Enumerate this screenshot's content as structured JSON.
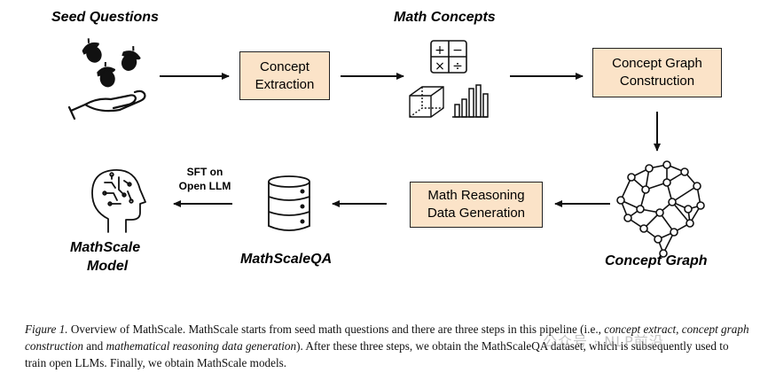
{
  "labels": {
    "seed_questions": "Seed Questions",
    "math_concepts": "Math Concepts",
    "concept_graph": "Concept Graph",
    "mathscaleqa": "MathScaleQA",
    "model_line1": "MathScale",
    "model_line2": "Model"
  },
  "boxes": {
    "concept_extraction": [
      "Concept",
      "Extraction"
    ],
    "graph_construction": [
      "Concept Graph",
      "Construction"
    ],
    "reasoning_generation": [
      "Math Reasoning",
      "Data Generation"
    ]
  },
  "sft_label": [
    "SFT on",
    "Open LLM"
  ],
  "math_symbols": [
    "+",
    "−",
    "×",
    "÷"
  ],
  "caption": {
    "figure_label": "Figure 1.",
    "text_a": " Overview of MathScale. MathScale starts from seed math questions and there are three steps in this pipeline (i.e., ",
    "italic_1": "concept extract",
    "text_b": ", ",
    "italic_2": "concept graph construction",
    "text_c": " and ",
    "italic_3": "mathematical reasoning data generation",
    "text_d": "). After these three steps, we obtain the MathScaleQA dataset, which is subsequently used to train open LLMs. Finally, we obtain MathScale models."
  },
  "watermark": "公众号 · NLP前沿",
  "colors": {
    "box_fill": "#fbe3c8",
    "stroke": "#111111"
  }
}
